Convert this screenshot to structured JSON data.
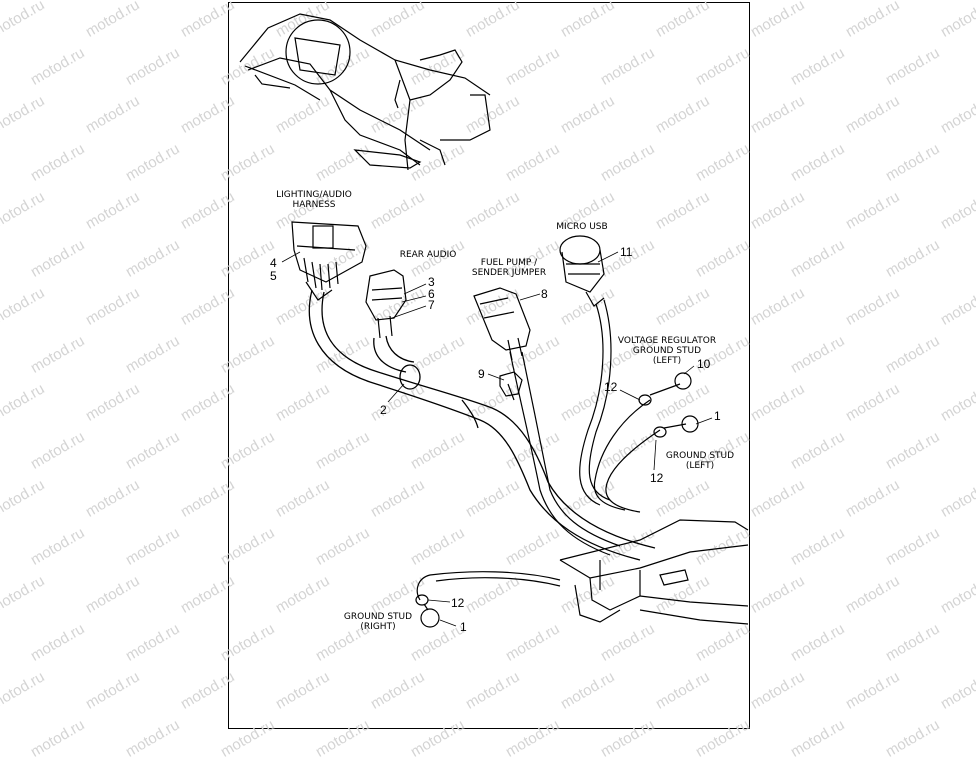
{
  "watermark": "motod.ru",
  "labels": {
    "lighting_audio_harness": "LIGHTING/AUDIO\nHARNESS",
    "rear_audio": "REAR AUDIO",
    "fuel_pump_sender_jumper": "FUEL PUMP /\nSENDER JUMPER",
    "micro_usb": "MICRO USB",
    "voltage_regulator_ground_stud": "VOLTAGE REGULATOR\nGROUND STUD\n(LEFT)",
    "ground_stud_left": "GROUND STUD\n(LEFT)",
    "ground_stud_right": "GROUND STUD\n(RIGHT)"
  },
  "callouts": {
    "c4": "4",
    "c5": "5",
    "c3": "3",
    "c6": "6",
    "c7": "7",
    "c8": "8",
    "c11": "11",
    "c9": "9",
    "c2": "2",
    "c12_vr": "12",
    "c10": "10",
    "c1_left": "1",
    "c12_left": "12",
    "c12_right": "12",
    "c1_right": "1"
  }
}
